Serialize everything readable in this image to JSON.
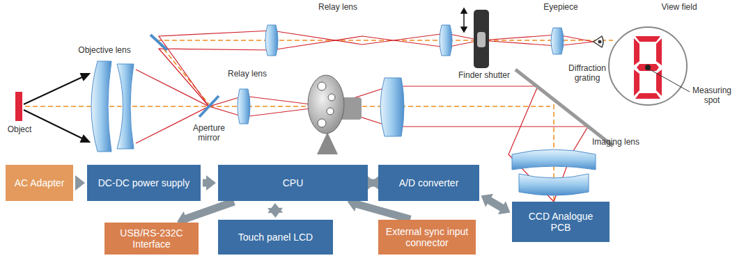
{
  "diagram": {
    "nodes": [
      {
        "text": [
          "AC Adapter"
        ]
      },
      {
        "text": [
          "DC-DC power supply"
        ]
      },
      {
        "text": [
          "CPU"
        ]
      },
      {
        "text": [
          "A/D converter"
        ]
      },
      {
        "text": [
          "CCD Analogue PCB"
        ]
      },
      {
        "text": [
          "USB/RS-232C Interface"
        ]
      },
      {
        "text": [
          "Touch panel LCD"
        ]
      },
      {
        "text": [
          "External sync input connector"
        ]
      }
    ],
    "edges": [
      {
        "from": 0,
        "to": 1,
        "arrow": "to"
      },
      {
        "from": 1,
        "to": 2,
        "arrow": "to"
      },
      {
        "from": 2,
        "to": 3,
        "arrow": "both"
      },
      {
        "from": 3,
        "to": 4,
        "arrow": "both"
      },
      {
        "from": 2,
        "to": 5,
        "arrow": "to"
      },
      {
        "from": 2,
        "to": 6,
        "arrow": "both"
      },
      {
        "from": 7,
        "to": 2,
        "arrow": "to"
      }
    ],
    "labels": [
      "Relay lens",
      "Eyepiece",
      "View field",
      "Objective lens",
      "Finder shutter",
      "Relay lens",
      "Measuring spot",
      "Aperture mirror",
      "Object",
      "Diffraction grating",
      "Imaging lens"
    ]
  }
}
